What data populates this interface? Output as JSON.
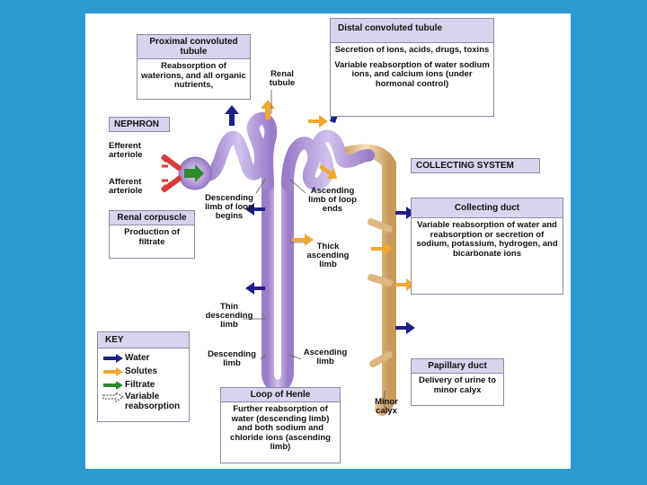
{
  "pct": {
    "title": "Proximal convoluted tubule",
    "body": "Reabsorption of waterions, and all organic nutrients,"
  },
  "renal_tubule": "Renal tubule",
  "dct": {
    "title": "Distal convoluted tubule",
    "body1": "Secretion of ions, acids, drugs, toxins",
    "body2": "Variable reabsorption of water sodium ions, and calcium ions (under hormonal control)"
  },
  "nephron": "NEPHRON",
  "efferent": "Efferent arteriole",
  "afferent": "Afferent arteriole",
  "renal_corpuscle": {
    "title": "Renal corpuscle",
    "body": "Production of filtrate"
  },
  "desc_limb_begins": "Descending limb of loop begins",
  "asc_limb_ends": "Ascending limb of loop ends",
  "collecting_system": "COLLECTING SYSTEM",
  "collecting_duct": {
    "title": "Collecting duct",
    "body": "Variable reabsorption of water and reabsorption or secretion of sodium, potassium, hydrogen, and bicarbonate ions"
  },
  "thick_asc": "Thick ascending limb",
  "thin_desc": "Thin descending limb",
  "desc_limb": "Descending limb",
  "asc_limb": "Ascending limb",
  "loop": {
    "title": "Loop of Henle",
    "body": "Further reabsorption of water (descending limb) and both sodium and chloride ions (ascending limb)"
  },
  "minor_calyx": "Minor calyx",
  "papillary": {
    "title": "Papillary duct",
    "body": "Delivery of urine to minor calyx"
  },
  "key": {
    "title": "KEY",
    "items": [
      "Water",
      "Solutes",
      "Filtrate",
      "Variable reabsorption"
    ]
  },
  "colors": {
    "background": "#2a9ad1",
    "tubule": "#b49ad8",
    "water": "#1f1f8a",
    "solutes": "#f0a830",
    "filtrate": "#2e8b2e",
    "collecting": "#e8c890"
  }
}
